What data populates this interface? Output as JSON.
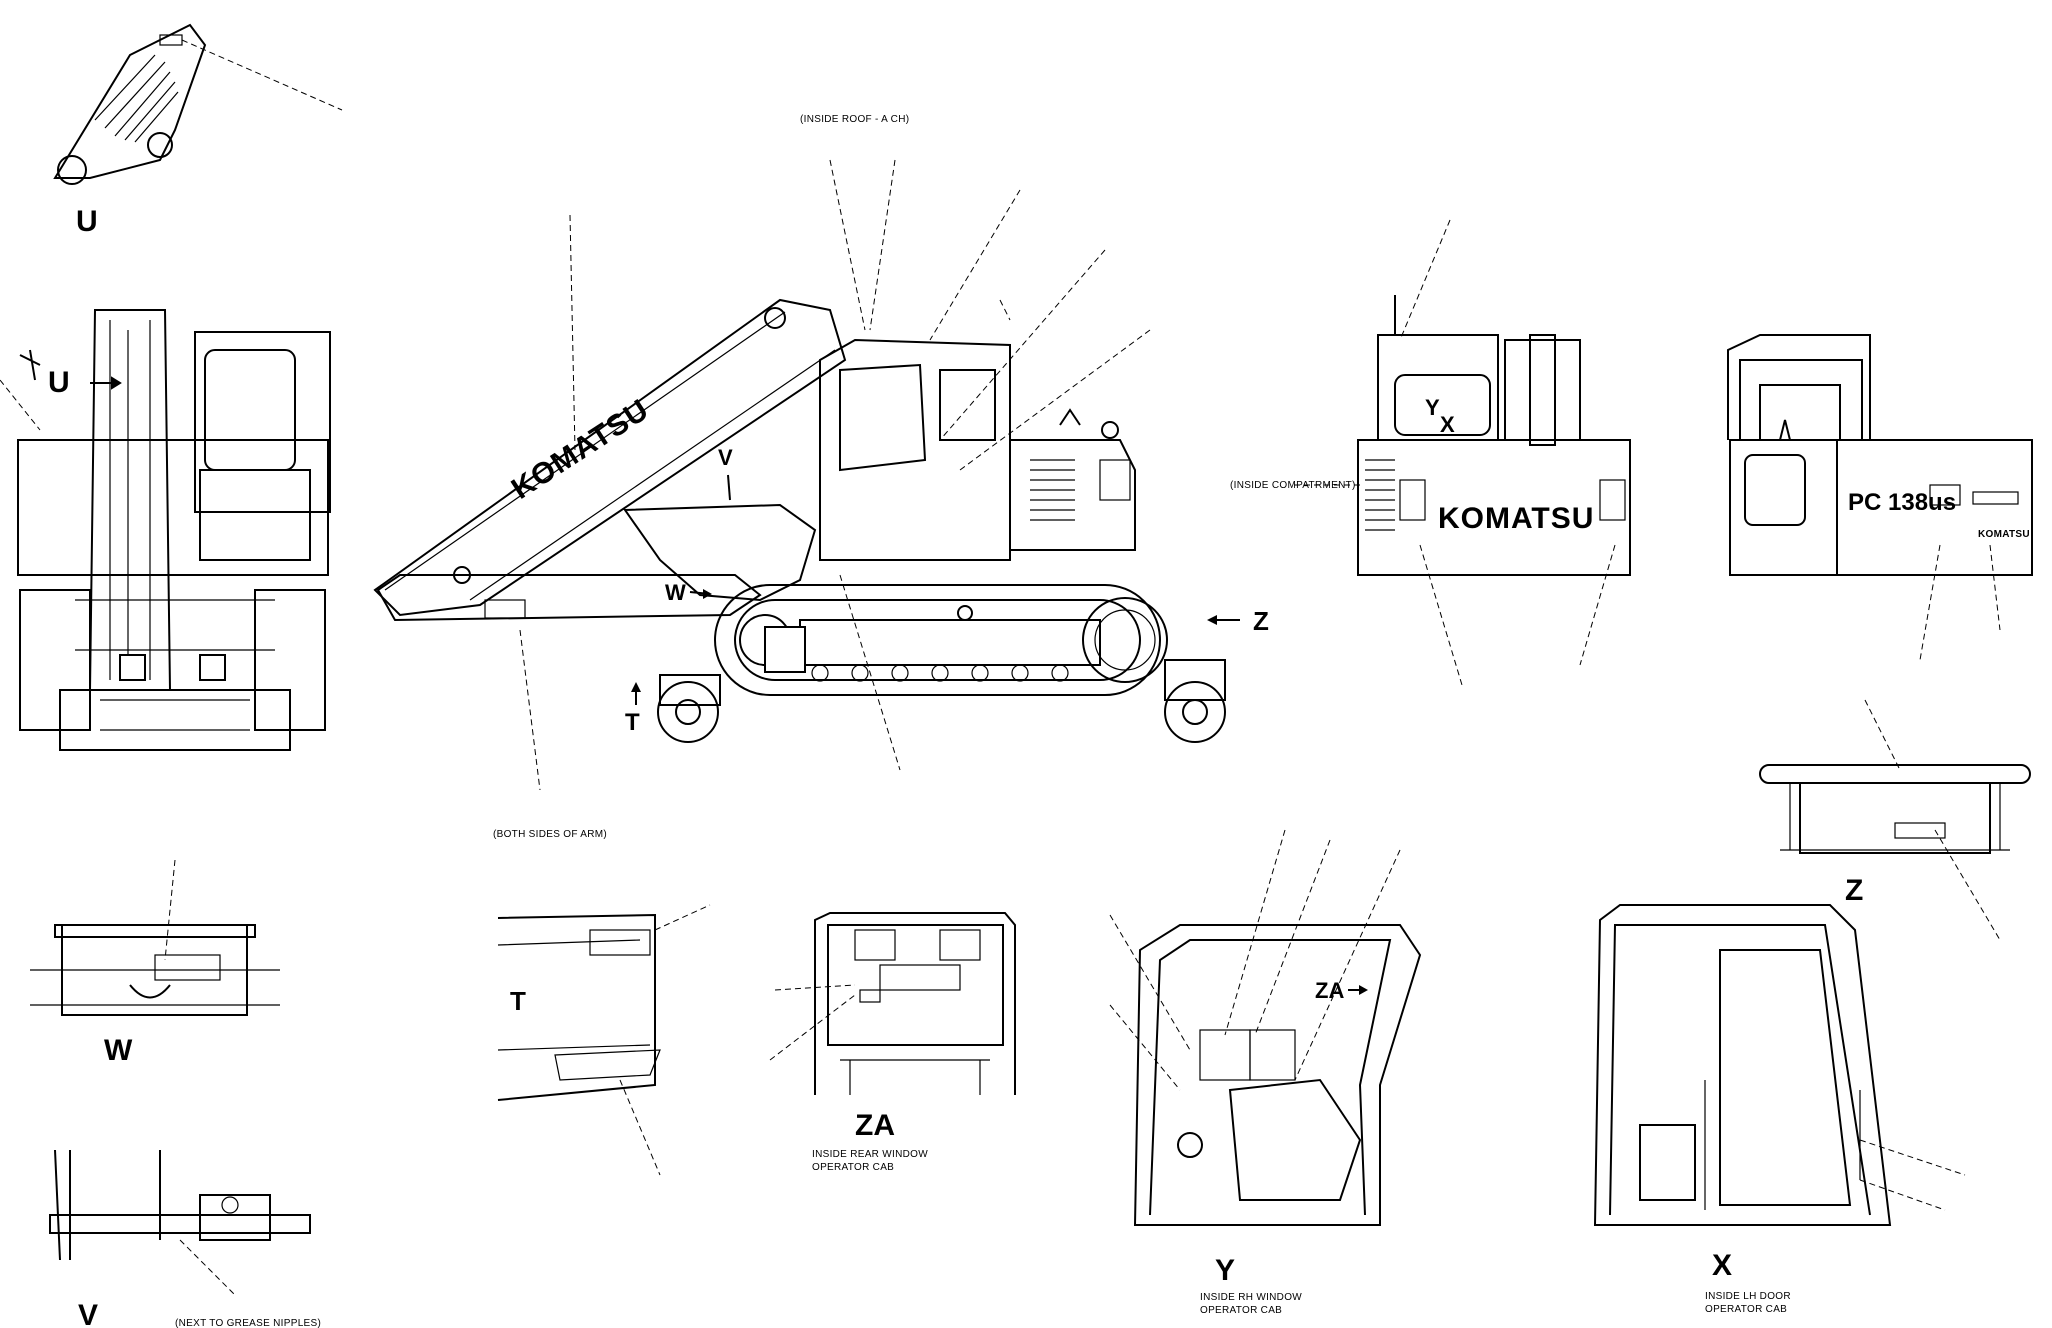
{
  "view_labels": {
    "u": "U",
    "w": "W",
    "v": "V",
    "t": "T",
    "za": "ZA",
    "y": "Y",
    "x": "X",
    "z": "Z"
  },
  "arrow_labels": {
    "u": "U",
    "v": "V",
    "w": "W",
    "t": "T",
    "z": "Z",
    "za": "ZA",
    "yx_y": "Y",
    "yx_x": "X"
  },
  "notes": {
    "inside_roof": "(INSIDE ROOF - A CH)",
    "inside_compartment": "(INSIDE COMPATRMENT)",
    "both_sides_of_arm": "(BOTH SIDES OF ARM)",
    "next_to_grease": "(NEXT TO GREASE NIPPLES)",
    "za_caption_1": "INSIDE REAR WINDOW",
    "za_caption_2": "OPERATOR CAB",
    "y_caption_1": "INSIDE RH WINDOW",
    "y_caption_2": "OPERATOR CAB",
    "x_caption_1": "INSIDE LH DOOR",
    "x_caption_2": "OPERATOR CAB"
  },
  "decals": {
    "boom_brand": "KOMATSU",
    "rear_brand": "KOMATSU",
    "side_model": "PC 138us",
    "side_brand": "KOMATSU"
  },
  "icons": [
    "excavator-side-view",
    "excavator-front-view",
    "excavator-rear-view",
    "cab-interior-views",
    "rail-guide-wheels"
  ]
}
